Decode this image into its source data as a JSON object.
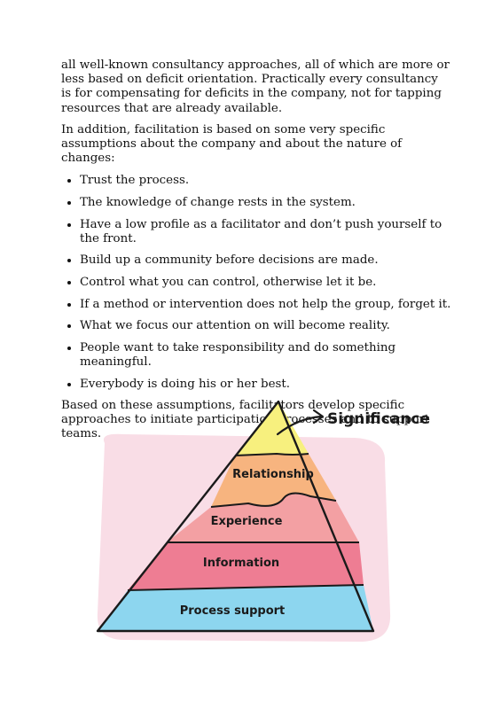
{
  "paragraphs": {
    "p1": "all well-known consultancy approaches, all of which are more or less based on deficit orientation. Practically every consultancy is for compensating for deficits in the company, not for tapping resources that are already available.",
    "p2": "In addition, facilitation is based on some very specific assumptions about the company and about the nature of changes:",
    "p3": "Based on these assumptions, facilitators develop specific approaches to initiate participation processes and to support teams."
  },
  "assumptions": [
    "Trust the process.",
    "The knowledge of change rests in the system.",
    "Have a low profile as a facilitator and don’t push yourself to the front.",
    "Build up a community before decisions are made.",
    "Control what you can control, otherwise let it be.",
    "If a method or intervention does not help the group, forget it.",
    "What we focus our attention on will become reality.",
    "People want to take responsibility and do something meaningful.",
    "Everybody is doing his or her best."
  ],
  "pyramid": {
    "top_label": "Significance",
    "levels": [
      {
        "label": "Relationship",
        "color": "#f7b47f"
      },
      {
        "label": "Experience",
        "color": "#f3a0a3"
      },
      {
        "label": "Information",
        "color": "#ee7d93"
      },
      {
        "label": "Process support",
        "color": "#8dd6ef"
      }
    ],
    "apex_color": "#f7f07e",
    "background_color": "#f9dde6"
  }
}
